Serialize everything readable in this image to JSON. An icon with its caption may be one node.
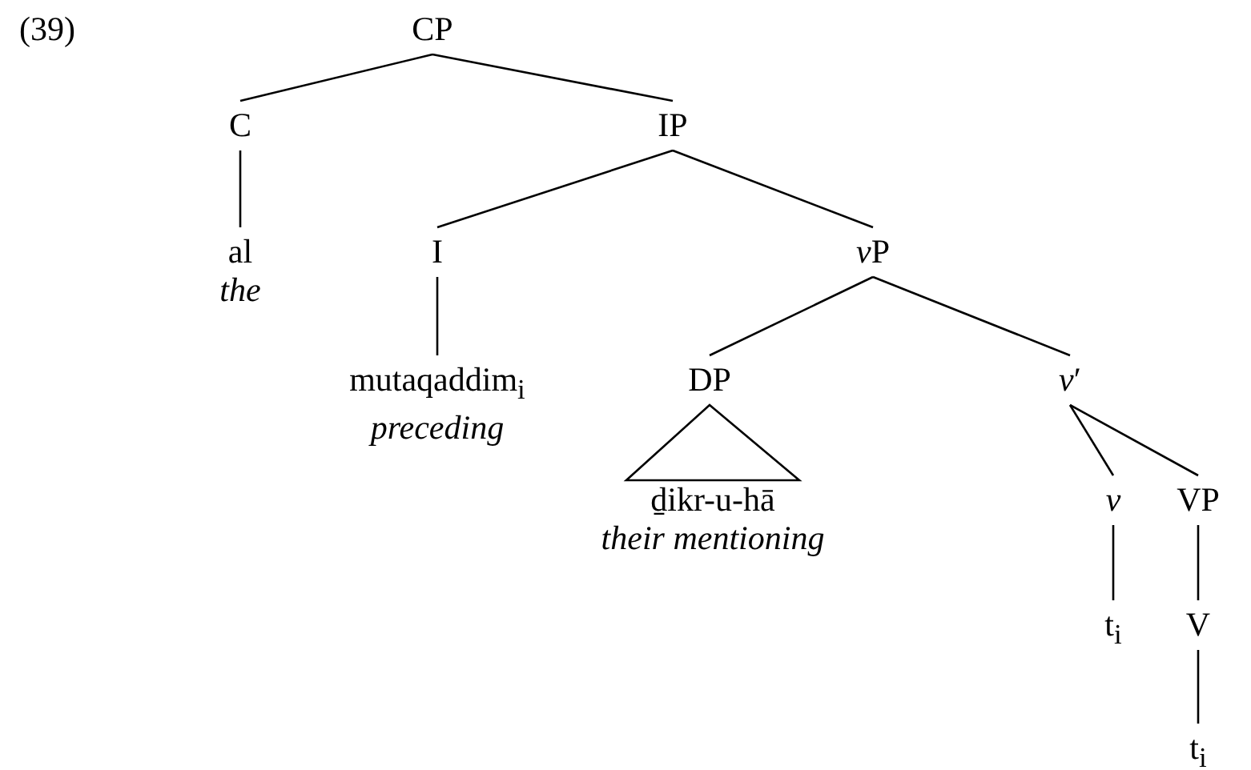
{
  "diagram": {
    "nodes": [
      {
        "text": [
          "CP"
        ]
      },
      {
        "text": [
          "C"
        ]
      },
      {
        "text": [
          "IP"
        ]
      },
      {
        "text": [
          "al",
          "the"
        ]
      },
      {
        "text": [
          "I"
        ]
      },
      {
        "text": [
          "vP"
        ]
      },
      {
        "text": [
          "mutaqaddim$_{i}$",
          "preceding"
        ]
      },
      {
        "text": [
          "DP"
        ]
      },
      {
        "text": [
          "v′"
        ]
      },
      {
        "text": [
          "ḏikr-u-hā",
          "their mentioning"
        ]
      },
      {
        "text": [
          "v"
        ]
      },
      {
        "text": [
          "VP"
        ]
      },
      {
        "text": [
          "t$_{i}$"
        ]
      },
      {
        "text": [
          "V"
        ]
      },
      {
        "text": [
          "t$_{i}$"
        ]
      }
    ],
    "edges": [
      {
        "from": 0,
        "to": 1,
        "arrow": "none"
      },
      {
        "from": 0,
        "to": 2,
        "arrow": "none"
      },
      {
        "from": 1,
        "to": 3,
        "arrow": "none"
      },
      {
        "from": 2,
        "to": 4,
        "arrow": "none"
      },
      {
        "from": 2,
        "to": 5,
        "arrow": "none"
      },
      {
        "from": 4,
        "to": 6,
        "arrow": "none"
      },
      {
        "from": 5,
        "to": 7,
        "arrow": "none"
      },
      {
        "from": 5,
        "to": 8,
        "arrow": "none"
      },
      {
        "from": 7,
        "to": 9,
        "arrow": "none"
      },
      {
        "from": 8,
        "to": 10,
        "arrow": "none"
      },
      {
        "from": 8,
        "to": 11,
        "arrow": "none"
      },
      {
        "from": 10,
        "to": 12,
        "arrow": "none"
      },
      {
        "from": 11,
        "to": 13,
        "arrow": "none"
      },
      {
        "from": 13,
        "to": 14,
        "arrow": "none"
      }
    ],
    "labels": [
      "(39)"
    ]
  }
}
